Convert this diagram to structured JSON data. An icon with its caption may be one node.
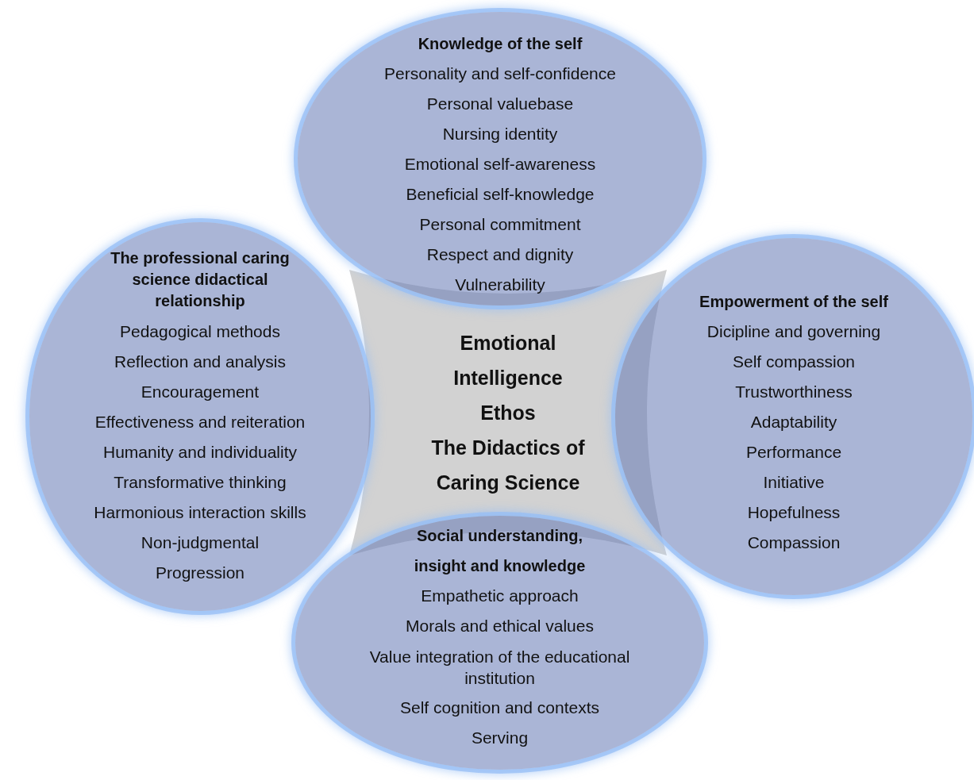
{
  "diagram": {
    "nodes": [
      {
        "text": [
          "Knowledge of the self",
          "Personality and self-confidence",
          "Personal valuebase",
          "Nursing identity",
          "Emotional self-awareness",
          "Beneficial self-knowledge",
          "Personal commitment",
          "Respect and dignity",
          "Vulnerability"
        ]
      },
      {
        "text": [
          "The professional caring science didactical relationship",
          "Pedagogical methods",
          "Reflection and analysis",
          "Encouragement",
          "Effectiveness and reiteration",
          "Humanity and individuality",
          "Transformative thinking",
          "Harmonious interaction skills",
          "Non-judgmental",
          "Progression"
        ]
      },
      {
        "text": [
          "Emotional Intelligence",
          "Ethos",
          "The Didactics of Caring Science"
        ]
      },
      {
        "text": [
          "Empowerment of the self",
          "Dicipline and governing",
          "Self compassion",
          "Trustworthiness",
          "Adaptability",
          "Performance",
          "Initiative",
          "Hopefulness",
          "Compassion"
        ]
      },
      {
        "text": [
          "Social understanding, insight and knowledge",
          "Empathetic approach",
          "Morals and ethical values",
          "Value integration of the educational institution",
          "Self cognition and contexts",
          "Serving"
        ]
      }
    ]
  }
}
